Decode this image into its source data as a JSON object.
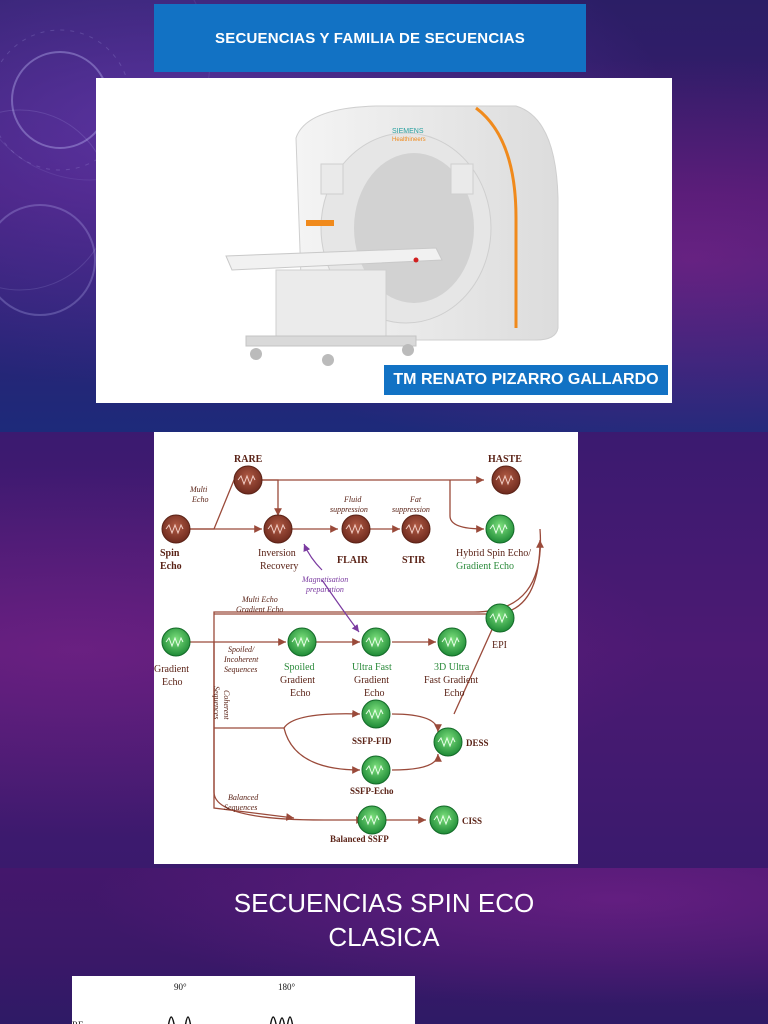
{
  "slide1": {
    "banner_title": "SECUENCIAS Y FAMILIA DE SECUENCIAS",
    "author": "TM RENATO PIZARRO GALLARDO",
    "scanner_brand_line1": "SIEMENS",
    "scanner_brand_line2": "Healthineers"
  },
  "diagram": {
    "nodes": {
      "rare": "RARE",
      "haste": "HASTE",
      "spin_echo_1": "Spin",
      "spin_echo_2": "Echo",
      "inversion_1": "Inversion",
      "inversion_2": "Recovery",
      "flair": "FLAIR",
      "stir": "STIR",
      "hybrid_1": "Hybrid Spin Echo/",
      "hybrid_2": "Gradient Echo",
      "epi": "EPI",
      "gradient_echo_1": "Gradient",
      "gradient_echo_2": "Echo",
      "spoiled_1": "Spoiled",
      "spoiled_2": "Gradient",
      "spoiled_3": "Echo",
      "ultrafast_1": "Ultra Fast",
      "ultrafast_2": "Gradient",
      "ultrafast_3": "Echo",
      "ultrafast3d_1": "3D Ultra",
      "ultrafast3d_2": "Fast Gradient",
      "ultrafast3d_3": "Echo",
      "ssfp_fid": "SSFP-FID",
      "dess": "DESS",
      "ssfp_echo": "SSFP-Echo",
      "balanced_ssfp": "Balanced SSFP",
      "ciss": "CISS"
    },
    "edges": {
      "multi_echo_1": "Multi",
      "multi_echo_2": "Echo",
      "fluid_1": "Fluid",
      "fluid_2": "suppression",
      "fat_1": "Fat",
      "fat_2": "suppression",
      "magprep_1": "Magnetisation",
      "magprep_2": "preparation",
      "mege_1": "Multi Echo",
      "mege_2": "Gradient Echo",
      "spoiled_seq_1": "Spoiled/",
      "spoiled_seq_2": "Incoherent",
      "spoiled_seq_3": "Sequences",
      "coherent_1": "Coherent",
      "coherent_2": "Sequences",
      "balanced_seq_1": "Balanced",
      "balanced_seq_2": "Sequences"
    }
  },
  "slide3": {
    "title_line1": "SECUENCIAS SPIN ECO",
    "title_line2": "CLASICA",
    "pulse_90": "90°",
    "pulse_180": "180°",
    "rf_label": "RF"
  },
  "colors": {
    "banner_blue": "#1272c4",
    "node_brown": "#8a3a2a",
    "node_green": "#2aa84a",
    "arrow_brown": "#9a4a3a",
    "arrow_purple": "#7a3aa0"
  }
}
